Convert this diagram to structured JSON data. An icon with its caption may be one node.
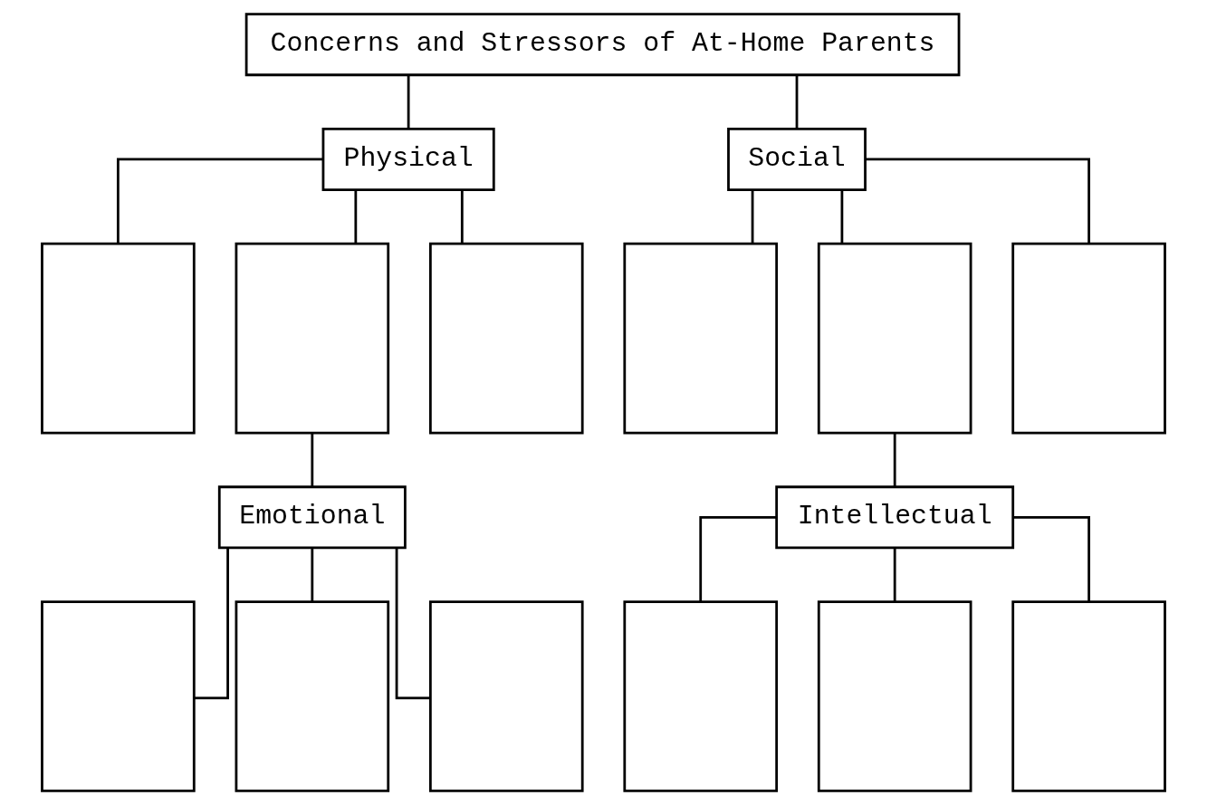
{
  "diagram": {
    "nodes": [
      {
        "text": [
          "Concerns and Stressors of At-Home Parents"
        ]
      },
      {
        "text": [
          "Physical"
        ]
      },
      {
        "text": [
          "Social"
        ]
      },
      {
        "text": [],
        "shape": "box"
      },
      {
        "text": [],
        "shape": "box"
      },
      {
        "text": [],
        "shape": "box"
      },
      {
        "text": [],
        "shape": "box"
      },
      {
        "text": [],
        "shape": "box"
      },
      {
        "text": [],
        "shape": "box"
      },
      {
        "text": [
          "Emotional"
        ]
      },
      {
        "text": [
          "Intellectual"
        ]
      },
      {
        "text": [],
        "shape": "box"
      },
      {
        "text": [],
        "shape": "box"
      },
      {
        "text": [],
        "shape": "box"
      },
      {
        "text": [],
        "shape": "box"
      },
      {
        "text": [],
        "shape": "box"
      },
      {
        "text": [],
        "shape": "box"
      }
    ],
    "edges": [
      {
        "from": 0,
        "to": 1,
        "arrow": "none"
      },
      {
        "from": 0,
        "to": 2,
        "arrow": "none"
      },
      {
        "from": 1,
        "to": 3,
        "arrow": "none"
      },
      {
        "from": 1,
        "to": 4,
        "arrow": "none"
      },
      {
        "from": 1,
        "to": 5,
        "arrow": "none"
      },
      {
        "from": 2,
        "to": 6,
        "arrow": "none"
      },
      {
        "from": 2,
        "to": 7,
        "arrow": "none"
      },
      {
        "from": 2,
        "to": 8,
        "arrow": "none"
      },
      {
        "from": 4,
        "to": 9,
        "arrow": "none"
      },
      {
        "from": 7,
        "to": 10,
        "arrow": "none"
      },
      {
        "from": 9,
        "to": 11,
        "arrow": "none"
      },
      {
        "from": 9,
        "to": 12,
        "arrow": "none"
      },
      {
        "from": 9,
        "to": 13,
        "arrow": "none"
      },
      {
        "from": 10,
        "to": 14,
        "arrow": "none"
      },
      {
        "from": 10,
        "to": 15,
        "arrow": "none"
      },
      {
        "from": 10,
        "to": 16,
        "arrow": "none"
      }
    ]
  }
}
